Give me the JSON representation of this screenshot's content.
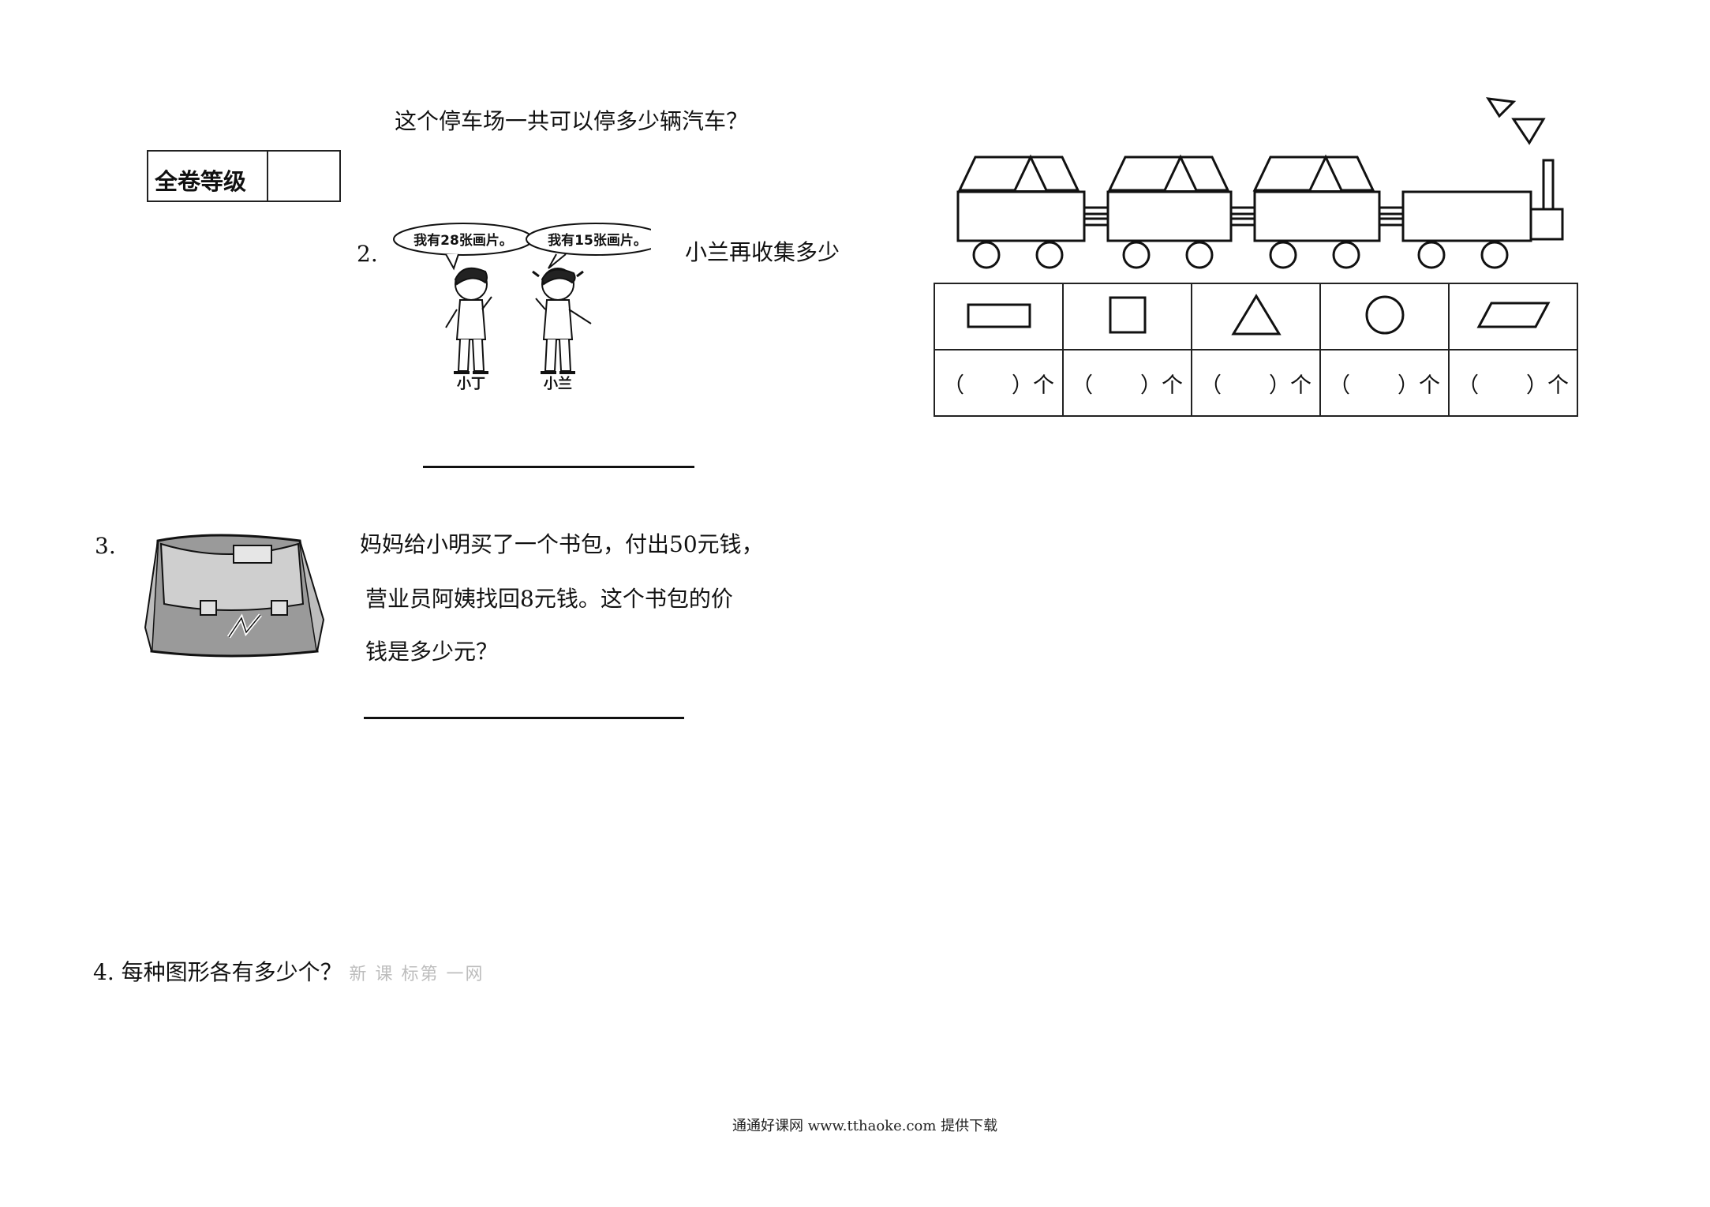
{
  "top_question": "这个停车场一共可以停多少辆汽车？",
  "grade_label": "全卷等级",
  "q2": {
    "number": "2.",
    "bubble_boy": "我有28张画片。",
    "bubble_girl": "我有15张画片。",
    "name_boy": "小丁",
    "name_girl": "小兰",
    "question_fragment": "小兰再收集多少"
  },
  "q3": {
    "number": "3.",
    "line1": "妈妈给小明买了一个书包，付出50元钱，",
    "line2": "营业员阿姨找回8元钱。这个书包的价",
    "line3": "钱是多少元？"
  },
  "q4": {
    "text": "4. 每种图形各有多少个？",
    "watermark": "新 课 标第 一网"
  },
  "shape_table": {
    "shapes": [
      "rectangle-icon",
      "square-icon",
      "triangle-icon",
      "circle-icon",
      "parallelogram-icon"
    ],
    "open_paren": "（",
    "close_unit": "）个"
  },
  "footer": "通通好课网 www.tthaoke.com 提供下载"
}
